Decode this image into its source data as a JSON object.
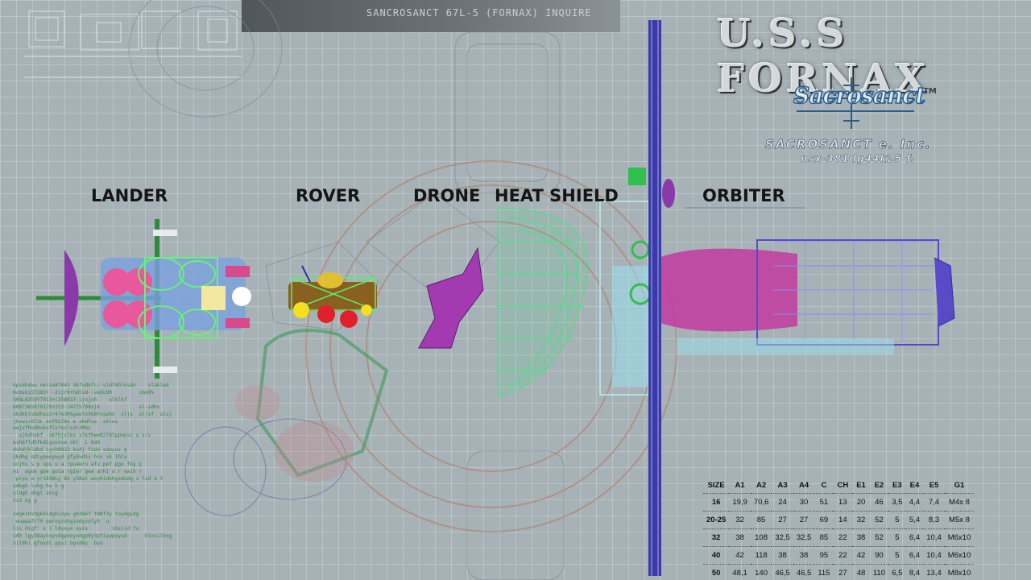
{
  "banner": {
    "text": "SANCROSANCT 67L-5 (FORNAX) INQUIRE"
  },
  "title": "U.S.S FORNAX",
  "logo": {
    "text": "Sacrosanct",
    "trademark": "TM"
  },
  "company": {
    "name": "SACROSANCT e. Inc.",
    "code": "nsx-381dg44k25 f."
  },
  "labels": {
    "lander": "LANDER",
    "rover": "ROVER",
    "drone": "DRONE",
    "heat_shield": "HEAT SHIELD",
    "orbiter": "ORBITER"
  },
  "notes": [
    "Gpsdbdwu nkcie87843 dkfudkfc/-sldf4G7nsdn    slakled",
    "8cbski57383+ -21jr9+hdlsd--vedu99         cmo9%",
    "308L8350Y7913+i358937-ijnjnh    slklkf",
    "6087365879129+253-14775798sjk             sl-sdhs",
    "skdkklskdhsuir47e30%ywolo3G8Fnswhn  sljs  sljsf  slsj",
    "jksuir873L sof8378s e skdfus  sklus",
    "ewjsfhsd9ubsfls*evlsd+30%s",
    "  ajkdhskf -skfhjslks slkfhwe8278lppmpsn u scv",
    "eshbfldhfkdiyuvnxe.vbl  L bdd",
    "dvhdjkldhd iych0823 ksdj fsdu sdoyus g",
    "skdhg sdiypeoywyd gfy8vdiv hnv xk lhlx",
    "xcjhv s p sps u a rpuaeru afu pef pgo foy p",
    "ei  agoe goe gota rgier gea arhi a r owih r",
    " pryu a yr1836Ly 83 y38at woyhidohgsdsdg s lsd d l",
    "sdkgh lshg hs h g",
    "sldgh dhgl sklg",
    "hsd kg g",
    "",
    "sdgkihsdgkhldghioyu g03847 t08f3y toydgsdg",
    " ouqwafr70 qwroyzshgiodyvolyh  u",
    "lis digf' s i ldysys oyis        ihslid fs",
    "sdh lgy38ayioyvdgpooyudgp0y3ptiywpoysd      hlosilhsg",
    "sildhi gfosdi ypsi oysd8y  Dys"
  ],
  "spec_table": {
    "headers": [
      "SIZE",
      "A1",
      "A2",
      "A3",
      "A4",
      "C",
      "CH",
      "E1",
      "E2",
      "E3",
      "E4",
      "E5",
      "G1"
    ],
    "rows": [
      [
        "16",
        "19,9",
        "70,6",
        "24",
        "30",
        "51",
        "13",
        "20",
        "46",
        "3,5",
        "4,4",
        "7,4",
        "M4x 8"
      ],
      [
        "20-25",
        "32",
        "85",
        "27",
        "27",
        "69",
        "14",
        "32",
        "52",
        "5",
        "5,4",
        "8,3",
        "M5x 8"
      ],
      [
        "32",
        "38",
        "108",
        "32,5",
        "32,5",
        "85",
        "22",
        "38",
        "52",
        "5",
        "6,4",
        "10,4",
        "M6x10"
      ],
      [
        "40",
        "42",
        "118",
        "38",
        "38",
        "95",
        "22",
        "42",
        "90",
        "5",
        "6,4",
        "10,4",
        "M6x10"
      ],
      [
        "50",
        "48,1",
        "140",
        "46,5",
        "46,5",
        "115",
        "27",
        "48",
        "110",
        "6,5",
        "8,4",
        "13,4",
        "M8x10"
      ]
    ]
  },
  "colors": {
    "background": "#a7b2b6",
    "grid": "#ffffff",
    "truss": "#2f2f9c",
    "magenta": "#c23aa0",
    "purple": "#8a3aa8",
    "green": "#36c46c",
    "cyan": "#8ae0f0",
    "pink": "#e8589a",
    "red": "#e0202a",
    "yellow": "#f2e020",
    "orbit": "#b07a60"
  },
  "icons": [
    "sacrosanct-logo-icon"
  ]
}
